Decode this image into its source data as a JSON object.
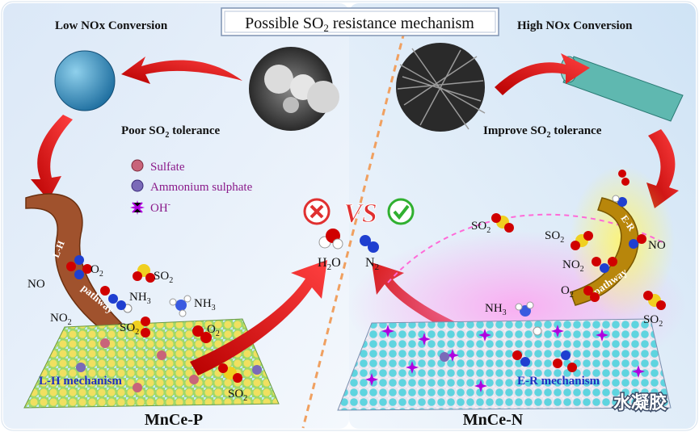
{
  "title": {
    "main": "Possible SO",
    "sub": "2",
    "tail": " resistance mechanism"
  },
  "left": {
    "heading": "Low NOx Conversion",
    "tolerance": {
      "pre": "Poor SO",
      "sub": "2",
      "post": " tolerance"
    },
    "pathway": "L-H pathway",
    "pathway_a": "L-H",
    "pathway_b": "pathway",
    "mechanism": "L-H mechanism",
    "catalyst": "MnCe-P",
    "molecules": {
      "no": "NO",
      "o2a": "O",
      "o2a_sub": "2",
      "so2a": "SO",
      "so2a_sub": "2",
      "nh3a": "NH",
      "nh3a_sub": "3",
      "nh3b": "NH",
      "nh3b_sub": "3",
      "no2": "NO",
      "no2_sub": "2",
      "so2b": "SO",
      "so2b_sub": "2",
      "o2b": "O",
      "o2b_sub": "2",
      "so2c": "SO",
      "so2c_sub": "2"
    }
  },
  "right": {
    "heading": "High NOx Conversion",
    "tolerance": {
      "pre": "Improve SO",
      "sub": "2",
      "post": " tolerance"
    },
    "pathway_a": "E-R",
    "pathway_b": "pathway",
    "mechanism": "E-R mechanism",
    "catalyst": "MnCe-N",
    "molecules": {
      "so2a": "SO",
      "so2a_sub": "2",
      "so2b": "SO",
      "so2b_sub": "2",
      "no": "NO",
      "no2": "NO",
      "no2_sub": "2",
      "o2": "O",
      "o2_sub": "2",
      "so2c": "SO",
      "so2c_sub": "2",
      "nh3": "NH",
      "nh3_sub": "3"
    }
  },
  "legend": [
    {
      "label": "Sulfate",
      "color": "#c8647a"
    },
    {
      "label": "Ammonium sulphate",
      "color": "#7a6ab8"
    },
    {
      "label": "OH",
      "sup": "-",
      "color": "#b000e0"
    }
  ],
  "center": {
    "vs": "VS",
    "h2o": "H",
    "h2o_sub": "2",
    "h2o_tail": "O",
    "n2": "N",
    "n2_sub": "2"
  },
  "watermark": "水凝胶",
  "colors": {
    "arrow": "#e02020",
    "pathway": "#a0522d",
    "accent_cyan": "#40d0d8",
    "oh": "#b000e0"
  }
}
